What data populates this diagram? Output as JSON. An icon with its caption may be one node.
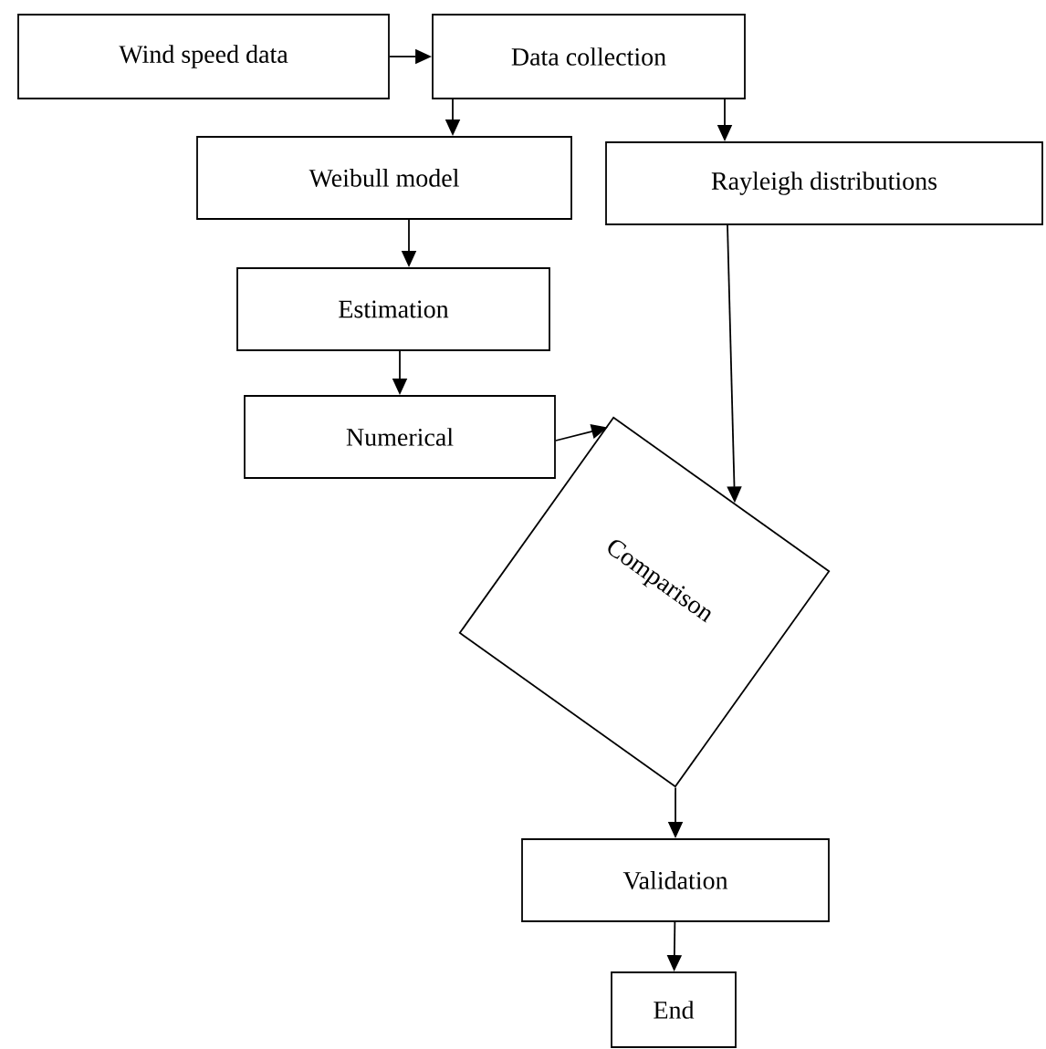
{
  "diagram": {
    "nodes": [
      {
        "text": [
          "Wind speed data"
        ]
      },
      {
        "text": [
          "Data collection"
        ]
      },
      {
        "text": [
          "Weibull model"
        ]
      },
      {
        "text": [
          "Rayleigh distributions"
        ]
      },
      {
        "text": [
          "Estimation"
        ]
      },
      {
        "text": [
          "Numerical"
        ]
      },
      {
        "text": [
          "Comparison"
        ]
      },
      {
        "text": [
          "Validation"
        ]
      },
      {
        "text": [
          "End"
        ]
      }
    ],
    "edges": [
      {
        "from": 0,
        "to": 1,
        "arrow": "to"
      },
      {
        "from": 1,
        "to": 2,
        "arrow": "to"
      },
      {
        "from": 1,
        "to": 3,
        "arrow": "to"
      },
      {
        "from": 2,
        "to": 4,
        "arrow": "to"
      },
      {
        "from": 4,
        "to": 5,
        "arrow": "to"
      },
      {
        "from": 5,
        "to": 6,
        "arrow": "to"
      },
      {
        "from": 3,
        "to": 6,
        "arrow": "to"
      },
      {
        "from": 6,
        "to": 7,
        "arrow": "to"
      },
      {
        "from": 7,
        "to": 8,
        "arrow": "to"
      }
    ]
  }
}
